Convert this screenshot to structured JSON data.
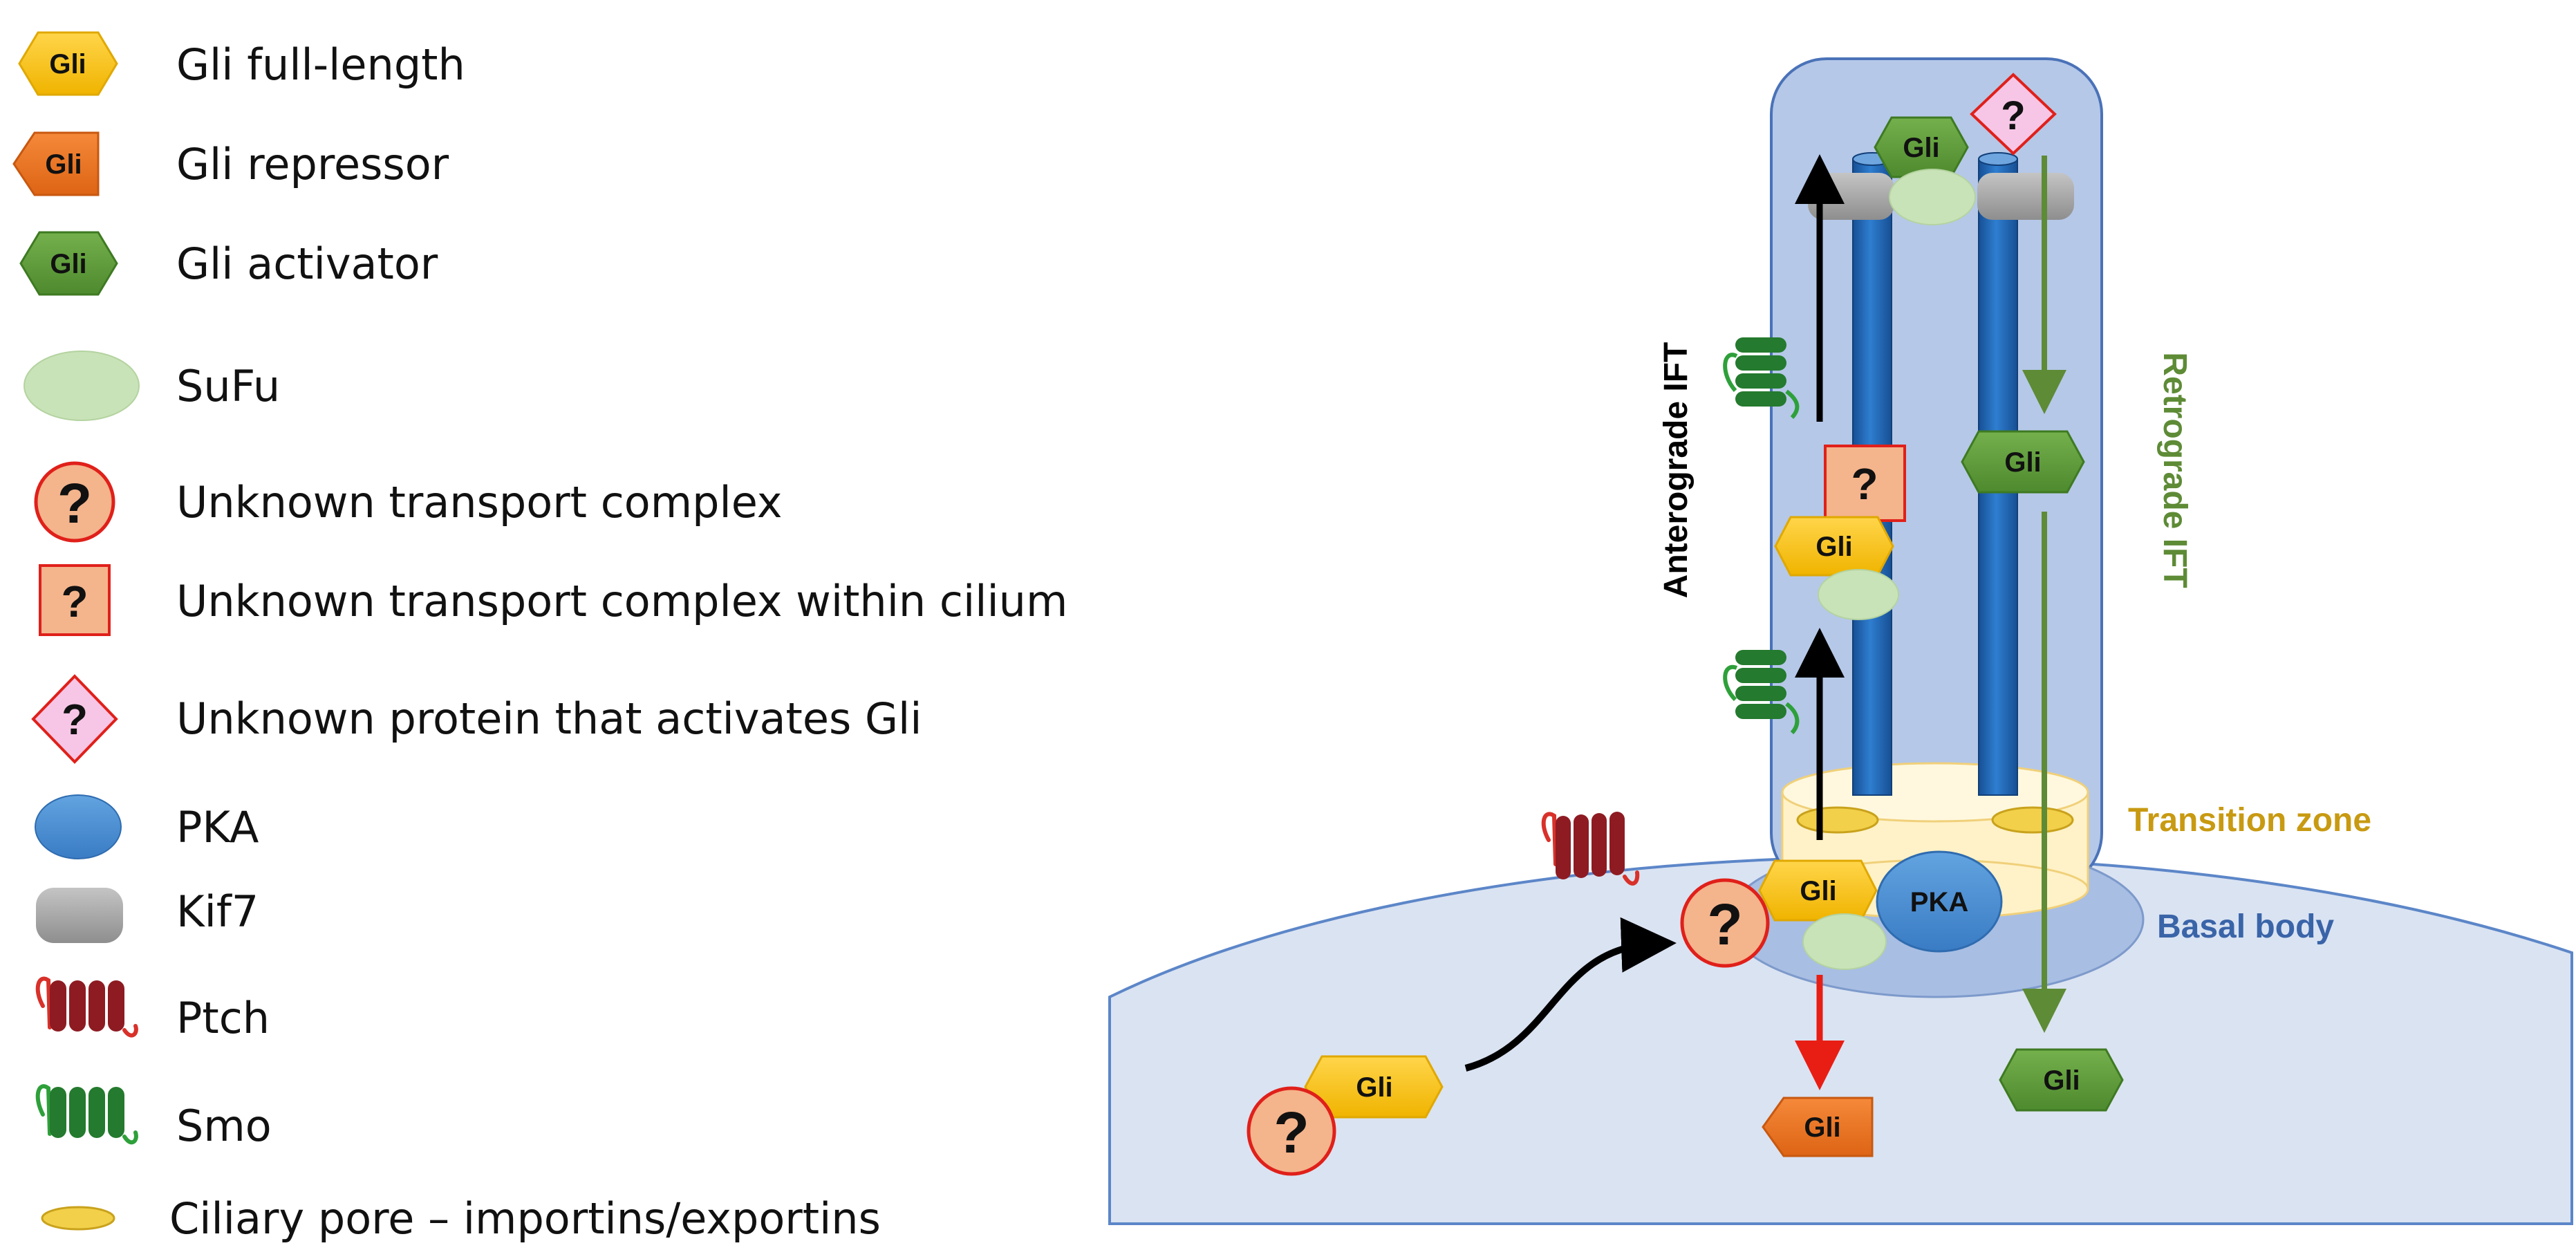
{
  "legend": {
    "items": [
      {
        "icon": "gli-full-length-icon",
        "label": "Gli full-length",
        "icon_text": "Gli"
      },
      {
        "icon": "gli-repressor-icon",
        "label": "Gli repressor",
        "icon_text": "Gli"
      },
      {
        "icon": "gli-activator-icon",
        "label": "Gli activator",
        "icon_text": "Gli"
      },
      {
        "icon": "sufu-icon",
        "label": "SuFu"
      },
      {
        "icon": "unknown-transport-complex-icon",
        "label": "Unknown transport complex",
        "icon_text": "?"
      },
      {
        "icon": "unknown-transport-complex-cilium-icon",
        "label": "Unknown transport complex within cilium",
        "icon_text": "?"
      },
      {
        "icon": "unknown-activating-protein-icon",
        "label": "Unknown protein that activates Gli",
        "icon_text": "?"
      },
      {
        "icon": "pka-icon",
        "label": "PKA"
      },
      {
        "icon": "kif7-icon",
        "label": "Kif7"
      },
      {
        "icon": "ptch-icon",
        "label": "Ptch"
      },
      {
        "icon": "smo-icon",
        "label": "Smo"
      },
      {
        "icon": "ciliary-pore-icon",
        "label": "Ciliary pore – importins/exportins"
      }
    ]
  },
  "diagram": {
    "gli": "Gli",
    "pka": "PKA",
    "question": "?",
    "anterograde_label": "Anterograde IFT",
    "retrograde_label": "Retrograde IFT",
    "transition_zone_label": "Transition zone",
    "basal_body_label": "Basal body"
  },
  "colors": {
    "gli_full_length": "#F5C200",
    "gli_repressor": "#E8701E",
    "gli_activator": "#5E9B3A",
    "sufu": "#C9E3B8",
    "unknown_complex_fill": "#F4B48C",
    "unknown_complex_border": "#E0201A",
    "unknown_protein_fill": "#F7C6E6",
    "pka": "#4A8DD0",
    "kif7": "#A5A5A5",
    "ptch": "#8E1B22",
    "smo": "#2E8B3A",
    "ciliary_pore": "#F2D04A",
    "cilium_fill": "#B5C8E8",
    "microtubule": "#1F66B8",
    "cell_fill": "#DAE3F2",
    "basal_body_fill": "#A8BEE3",
    "transition_zone_fill": "#FFF2C8",
    "transition_zone_text": "#C89A12",
    "basal_body_text": "#3A64A8",
    "retrograde_arrow": "#5E8B36"
  }
}
